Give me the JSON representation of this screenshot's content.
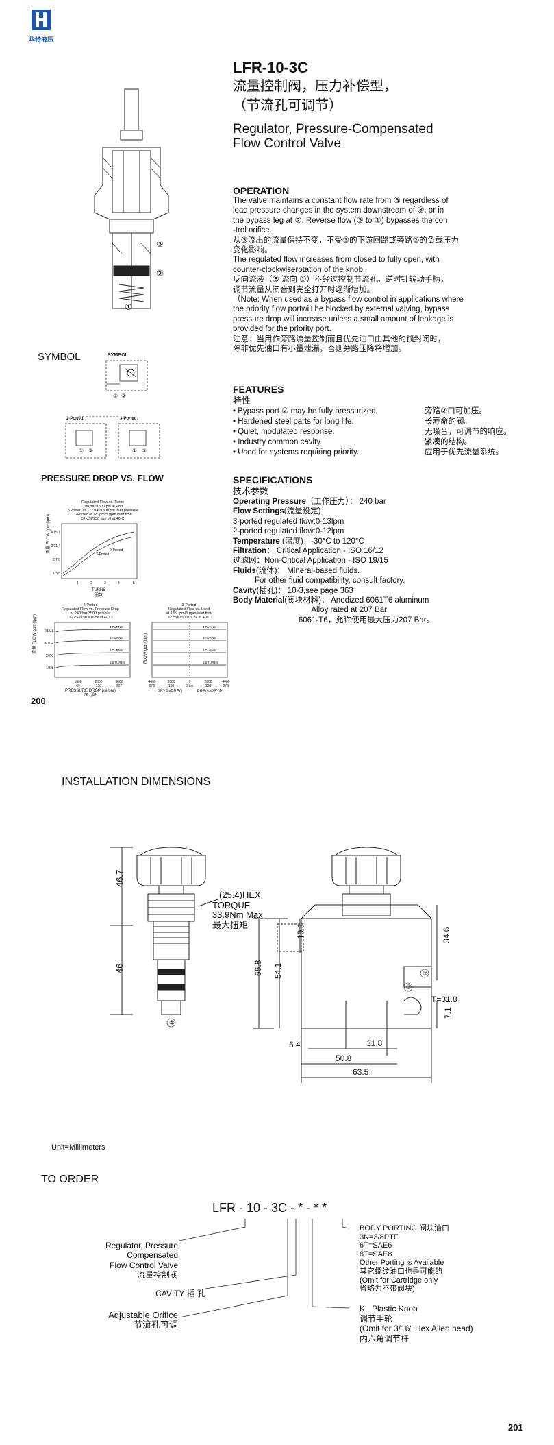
{
  "brand": {
    "logo_text": "华特液压"
  },
  "product": {
    "code": "LFR-10-3C",
    "cn_line1": "流量控制阀，压力补偿型，",
    "cn_line2": "（节流孔可调节）",
    "en_line1": "Regulator, Pressure-Compensated",
    "en_line2": "Flow Control Valve"
  },
  "operation": {
    "heading": "OPERATION",
    "lines": [
      "The valve maintains a constant flow rate from ③ regardless of",
      "load pressure changes in the system downstream of ③, or in",
      "the bypass leg at ②. Reverse flow (③ to ①) bypasses the con",
      "-trol orifice.",
      "从③流出的流量保持不变，不受③的下游回路或旁路②的负载压力",
      "变化影响。",
      "The regulated flow increases from closed to fully open, with",
      "counter-clockwiserotation of the knob.",
      "反向流液（③ 流向 ①）不经过控制节流孔。逆时针转动手柄，",
      "调节流量从闭合到完全打开时逐渐增加。",
      "（Note: When used as a bypass flow control in applications where",
      "the priority flow portwill be blocked by external valving, bypass",
      "pressure drop will increase unless a small amount of leakage is",
      "provided for the priority port.",
      "注意：当用作旁路流量控制而且优先油口由其他的锁封闭时，",
      "除非优先油口有小量泄漏，否则旁路压降将增加。"
    ]
  },
  "features": {
    "heading": "FEATURES",
    "heading_cn": "特性",
    "items": [
      {
        "en": "• Bypass port ② may be fully pressurized.",
        "cn": "旁路②口可加压。"
      },
      {
        "en": "• Hardened steel parts for long life.",
        "cn": "长寿命的阀。"
      },
      {
        "en": "• Quiet, modulated response.",
        "cn": "无噪音，可调节的响应。"
      },
      {
        "en": "• Industry common cavity.",
        "cn": "紧凑的结构。"
      },
      {
        "en": "• Used for systems requiring priority.",
        "cn": "应用于优先流量系统。"
      }
    ]
  },
  "specifications": {
    "heading": "SPECIFICATIONS",
    "heading_cn": "技术参数",
    "lines": [
      {
        "label": "Operating Pressure",
        "text": "（工作压力）： 240 bar"
      },
      {
        "label": "Flow Settings",
        "text": "(流量设定)："
      },
      {
        "label": "",
        "text": "3-ported regulated flow:0-13lpm"
      },
      {
        "label": "",
        "text": "2-ported regulated flow:0-12lpm"
      },
      {
        "label": "Temperature",
        "text": " (温度)：-30°C to 120°C"
      },
      {
        "label": "Filtration",
        "text": "： Critical Application - ISO 16/12"
      },
      {
        "label": "",
        "text": "过滤网：Non-Critical Application - ISO 19/15"
      },
      {
        "label": "Fluids",
        "text": "(流体)： Mineral-based fluids."
      },
      {
        "label": "",
        "text": "          For other fluid compatibility, consult factory."
      },
      {
        "label": "Cavity",
        "text": "(插孔)： 10-3,see page 363"
      },
      {
        "label": "Body Material",
        "text": "(阀块材料)： Anodized 6061T6 aluminum"
      },
      {
        "label": "",
        "text": "                                    Alloy rated at 207 Bar"
      },
      {
        "label": "",
        "text": "                              6061-T6，允许使用最大压力207 Bar。"
      }
    ]
  },
  "symbol": {
    "heading": "SYMBOL",
    "label": "SYMBOL",
    "label_2": "2-Ported:",
    "label_3": "3-Ported:",
    "port1": "①",
    "port2": "②",
    "port3": "③"
  },
  "pressure_drop": {
    "heading": "PRESSURE DROP VS. FLOW",
    "chart1": {
      "title_lines": [
        "Regulated Flow vs. Turns",
        "100 bar/1500 psi at Port",
        "2-Ported at 122 bar/1800 psi inlet pressure",
        "3-Ported at 18 lpm/5 gpm inlet flow",
        "32 cSt/150 sus oil at 40 C"
      ],
      "ylabel": "流量 FLOW gpm(lpm)",
      "xlabel": "TURNS",
      "xlabel_cn": "圈数",
      "yticks": [
        "4/15.1",
        "3/11.4",
        "2/7.6",
        "1/3.8"
      ],
      "xticks": [
        "1",
        "2",
        "3",
        "4",
        "5"
      ],
      "curve_labels": [
        "3-Ported",
        "2-Ported"
      ]
    },
    "chart2": {
      "title_lines": [
        "2-Ported",
        "Regulated Flow vs. Pressure Drop",
        "at 240 bar/3500 psi inlet",
        "32 cSt/150 sus oil at 40 C"
      ],
      "ylabel": "流量 FLOW gpm(lpm)",
      "xlabel": "PRESSURE DROP psi(bar)",
      "xlabel_cn": "压力降",
      "yticks": [
        "4/15.1",
        "3/11.4",
        "2/7.6",
        "1/3.8"
      ],
      "xticks": [
        "1000",
        "2000",
        "3000"
      ],
      "xticks2": [
        "69",
        "138",
        "207"
      ],
      "curve_labels": [
        "4 TURNS",
        "3 TURNS",
        "2 TURNS",
        "1.5 TURNS"
      ]
    },
    "chart3": {
      "title_lines": [
        "3-Ported",
        "Regulated Flow vs. Load",
        "at 18.9 lpm/5 gpm inlet flow",
        "32 cSt/150 sus oil at 40 C"
      ],
      "ylabel": "FLOW gpm(lpm)",
      "xlabel_left": "PBYP>PREG",
      "xlabel_right": "PREG>PBYP",
      "xticks": [
        "4000",
        "2000",
        "0",
        "2000",
        "4000"
      ],
      "xticks2": [
        "276",
        "138",
        "0 bar",
        "138",
        "276"
      ],
      "curve_labels": [
        "4 TURNS",
        "3 TURNS",
        "2 TURNS",
        "1.5 TURNS"
      ]
    }
  },
  "page_left": "200",
  "installation": {
    "heading": "INSTALLATION DIMENSIONS",
    "dims": {
      "d467": "46.7",
      "d46": "46",
      "hex": "(25.4)HEX",
      "torque": "TORQUE",
      "torque_val": "33.9Nm Max.",
      "torque_cn": "最大扭矩",
      "d191": "19.1",
      "d668": "66.8",
      "d541": "54.1",
      "d346": "34.6",
      "t318": "T=31.8",
      "d71": "7.1",
      "d64": "6.4",
      "d318": "31.8",
      "d508": "50.8",
      "d635": "63.5"
    },
    "unit": "Unit=Millimeters"
  },
  "order": {
    "heading": "TO  ORDER",
    "code": "LFR - 10 - 3C - * - * *",
    "left": [
      {
        "lines": [
          "Regulator, Pressure",
          "Compensated",
          "Flow Control Valve",
          "流量控制阀"
        ]
      },
      {
        "lines": [
          "CAVITY  插 孔"
        ]
      },
      {
        "lines": [
          "Adjustable Orifice",
          "节流孔可调"
        ]
      }
    ],
    "right": [
      {
        "lines": [
          "BODY PORTING 阀块油口",
          "3N=3/8PTF",
          "6T=SAE6",
          "8T=SAE8",
          "Other Porting is Available",
          "其它螺纹油口也是可能的",
          "(Omit for Cartridge only",
          "省略为不带阀块)"
        ]
      },
      {
        "lines": [
          "K   Plastic Knob",
          "调节手轮",
          "(Omit for 3/16\" Hex Allen head)",
          "内六角调节杆"
        ]
      }
    ]
  },
  "page_right": "201"
}
